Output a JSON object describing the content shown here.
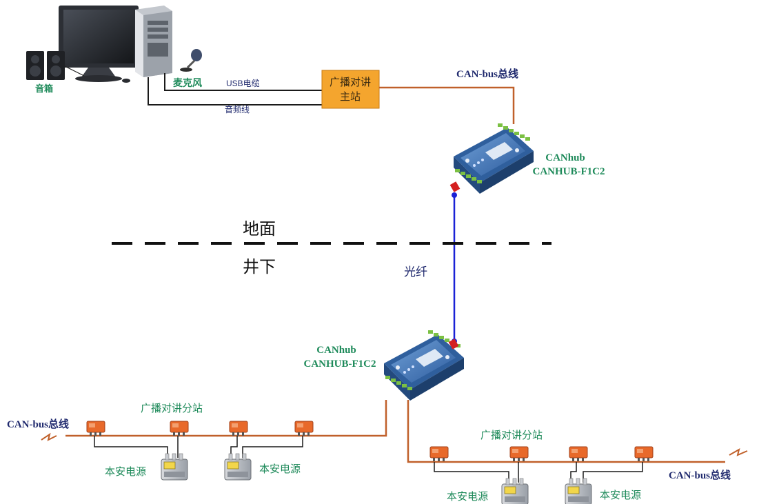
{
  "labels": {
    "speaker": "音箱",
    "microphone": "麦克风",
    "usb_cable": "USB电缆",
    "audio_cable": "音频线",
    "master_station_line1": "广播对讲",
    "master_station_line2": "主站",
    "canbus_top": "CAN-bus总线",
    "canhub_top_name": "CANhub",
    "canhub_top_model": "CANHUB-F1C2",
    "ground_surface": "地面",
    "underground": "井下",
    "fiber": "光纤",
    "canhub_bottom_name": "CANhub",
    "canhub_bottom_model": "CANHUB-F1C2",
    "canbus_left": "CAN-bus总线",
    "substation_left": "广播对讲分站",
    "power_left_1": "本安电源",
    "power_left_2": "本安电源",
    "substation_right": "广播对讲分站",
    "canbus_right": "CAN-bus总线",
    "power_right_1": "本安电源",
    "power_right_2": "本安电源"
  },
  "colors": {
    "cable_orange": "#c0602a",
    "cable_black": "#1a1a1a",
    "fiber_blue": "#1a22d6",
    "master_box": "#f4a52e",
    "device_blue": "#3c6fb3",
    "green_text": "#1e8a5a",
    "navy_text": "#202a6e",
    "substation_orange": "#e8692a"
  },
  "icons": {
    "computer": "computer-icon",
    "speaker": "speaker-icon",
    "microphone": "microphone-icon",
    "canhub": "canhub-device-icon",
    "substation": "substation-box-icon",
    "power_supply": "power-supply-icon"
  }
}
